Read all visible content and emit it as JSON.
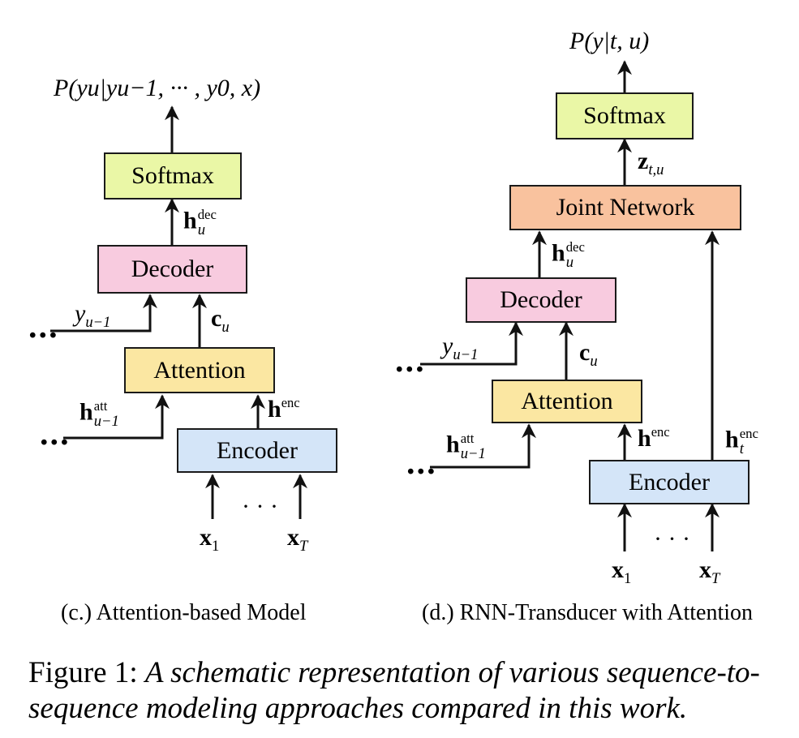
{
  "left": {
    "softmax": "Softmax",
    "decoder": "Decoder",
    "attention": "Attention",
    "encoder": "Encoder",
    "output": "P(yu|yu−1, ··· , y0, x)",
    "h_dec": "h",
    "h_dec_sup": "dec",
    "h_dec_sub": "u",
    "y_prev": "y",
    "y_prev_sub": "u−1",
    "c": "c",
    "c_sub": "u",
    "h_att": "h",
    "h_att_sup": "att",
    "h_att_sub": "u−1",
    "h_enc": "h",
    "h_enc_sup": "enc",
    "x1": "x",
    "x1_sub": "1",
    "xT": "x",
    "xT_sub": "T",
    "dots_mid": "· · ·",
    "ellipsis": "...",
    "caption_tag": "(c.)",
    "caption_text": "Attention-based Model"
  },
  "right": {
    "softmax": "Softmax",
    "joint": "Joint Network",
    "decoder": "Decoder",
    "attention": "Attention",
    "encoder": "Encoder",
    "output": "P(y|t, u)",
    "z": "z",
    "z_sub": "t,u",
    "h_dec": "h",
    "h_dec_sup": "dec",
    "h_dec_sub": "u",
    "y_prev": "y",
    "y_prev_sub": "u−1",
    "c": "c",
    "c_sub": "u",
    "h_att": "h",
    "h_att_sup": "att",
    "h_att_sub": "u−1",
    "h_enc": "h",
    "h_enc_sup": "enc",
    "h_enc_t": "h",
    "h_enc_t_sup": "enc",
    "h_enc_t_sub": "t",
    "x1": "x",
    "x1_sub": "1",
    "xT": "x",
    "xT_sub": "T",
    "dots_mid": "· · ·",
    "ellipsis": "...",
    "caption_tag": "(d.)",
    "caption_text": "RNN-Transducer with Attention"
  },
  "figure_caption": {
    "label": "Figure 1:",
    "text": "A schematic representation of various sequence-to-sequence modeling approaches compared in this work."
  }
}
